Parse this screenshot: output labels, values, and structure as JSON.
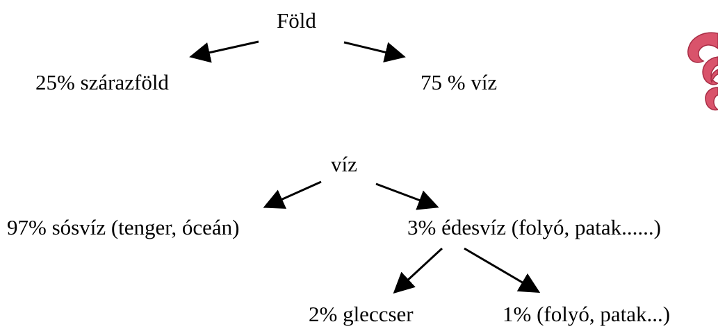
{
  "tree1": {
    "root": "Föld",
    "left": "25% szárazföld",
    "right": "75 % víz"
  },
  "tree2": {
    "root": "víz",
    "left": "97% sósvíz (tenger, óceán)",
    "right": "3% édesvíz (folyó, patak......)",
    "sub_left": "2% gleccser",
    "sub_right": "1% (folyó, patak...)"
  },
  "colors": {
    "text": "#000000",
    "arrow": "#000000",
    "ornament": "#d9536b"
  },
  "icons": {
    "ornament": "decorative-flourish-icon"
  }
}
